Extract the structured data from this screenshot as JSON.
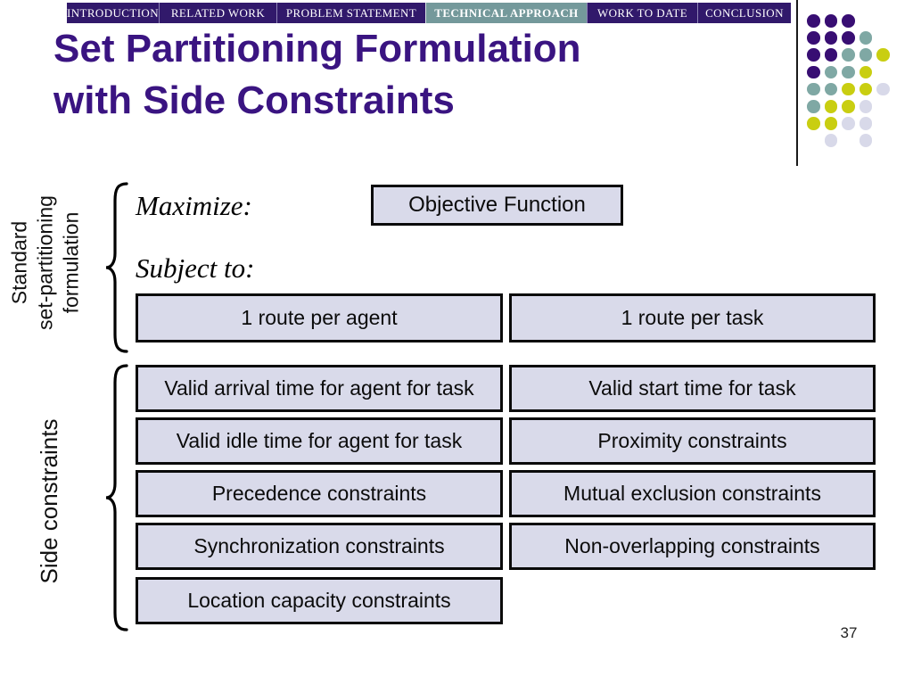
{
  "slide": {
    "nav": {
      "tabs": [
        {
          "label": "INTRODUCTION",
          "active": false
        },
        {
          "label": "RELATED WORK",
          "active": false
        },
        {
          "label": "PROBLEM STATEMENT",
          "active": false
        },
        {
          "label": "TECHNICAL APPROACH",
          "active": true
        },
        {
          "label": "WORK TO DATE",
          "active": false
        },
        {
          "label": "CONCLUSION",
          "active": false
        }
      ]
    },
    "title": {
      "line1": "Set Partitioning Formulation",
      "line2": "with Side Constraints"
    },
    "left_labels": {
      "standard_group_lines": [
        "Standard",
        "set-partitioning",
        "formulation"
      ],
      "side_group": "Side constraints"
    },
    "body": {
      "maximize": "Maximize:",
      "subject_to": "Subject to:",
      "objective_box": "Objective Function",
      "route_boxes": [
        "1 route per agent",
        "1 route per task"
      ],
      "constraint_rows": [
        [
          "Valid arrival time for agent for task",
          "Valid start time for task"
        ],
        [
          "Valid idle time for agent for task",
          "Proximity constraints"
        ],
        [
          "Precedence constraints",
          "Mutual exclusion constraints"
        ],
        [
          "Synchronization constraints",
          "Non-overlapping constraints"
        ],
        [
          "Location capacity constraints",
          null
        ]
      ]
    },
    "page_number": "37",
    "colors": {
      "nav_bg": "#31196B",
      "nav_active_bg": "#74999B",
      "title": "#3A1481",
      "box_fill": "#D9DAEA",
      "box_border": "#0A0A0A",
      "dot_purple": "#380E73",
      "dot_teal": "#7FA8A4",
      "dot_yellow": "#C9CE11",
      "dot_lavender": "#D8D9E9"
    },
    "decoration": {
      "dot_rows": [
        [
          "p",
          "p",
          "p",
          "",
          ""
        ],
        [
          "p",
          "p",
          "p",
          "t",
          ""
        ],
        [
          "p",
          "p",
          "t",
          "t",
          "y"
        ],
        [
          "p",
          "t",
          "t",
          "y",
          ""
        ],
        [
          "t",
          "t",
          "y",
          "y",
          "l"
        ],
        [
          "t",
          "y",
          "y",
          "l",
          ""
        ],
        [
          "y",
          "y",
          "l",
          "l",
          ""
        ],
        [
          "",
          "l",
          "",
          "l",
          ""
        ]
      ]
    }
  }
}
